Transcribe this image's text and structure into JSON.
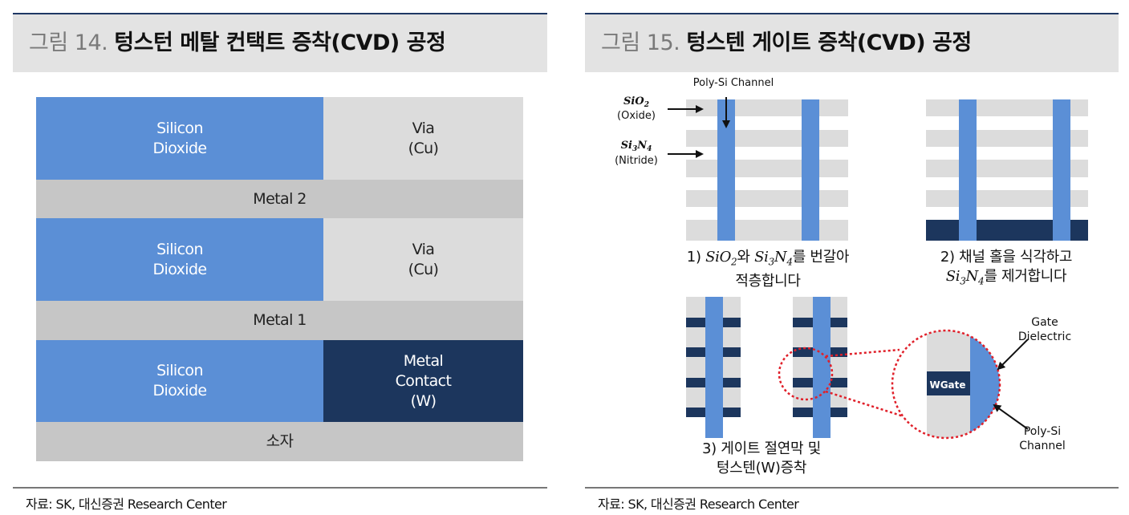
{
  "left": {
    "number": "그림 14.",
    "title": "텅스턴 메탈 컨택트 증착(CVD) 공정",
    "source": "자료: SK, 대신증권 Research Center",
    "stack": {
      "row1_left": [
        "Silicon",
        "Dioxide"
      ],
      "row1_right": [
        "Via",
        "(Cu)"
      ],
      "metal2": "Metal 2",
      "row2_left": [
        "Silicon",
        "Dioxide"
      ],
      "row2_right": [
        "Via",
        "(Cu)"
      ],
      "metal1": "Metal 1",
      "row3_left": [
        "Silicon",
        "Dioxide"
      ],
      "row3_right": [
        "Metal",
        "Contact",
        "(W)"
      ],
      "device": "소자"
    },
    "colors": {
      "silicon_dioxide": "#5b8fd6",
      "via": "#dcdcdc",
      "metal": "#c6c6c6",
      "metal_contact": "#1c365d"
    }
  },
  "right": {
    "number": "그림 15.",
    "title": "텅스텐 게이트 증착(CVD) 공정",
    "source": "자료: SK, 대신증권 Research Center",
    "labels": {
      "poly_channel_top": "Poly-Si Channel",
      "sio2": "SiO",
      "sio2_sub": "2",
      "oxide": "(Oxide)",
      "si3n4_a": "Si",
      "si3n4_sub1": "3",
      "si3n4_b": "N",
      "si3n4_sub2": "4",
      "nitride": "(Nitride)",
      "gate_dielectric": [
        "Gate",
        "Dielectric"
      ],
      "poly_channel": [
        "Poly-Si",
        "Channel"
      ],
      "wgate": "WGate"
    },
    "steps": {
      "step1": {
        "num": "1)",
        "sio2": "SiO",
        "sio2_sub": "2",
        "wa": "와",
        "si": "Si",
        "si_sub": "3",
        "n": "N",
        "n_sub": "4",
        "tail": "를 번갈아",
        "line2": "적층합니다"
      },
      "step2": {
        "line1": "2) 채널 홀을 식각하고",
        "si": "Si",
        "si_sub": "3",
        "n": "N",
        "n_sub": "4",
        "tail": "를 제거합니다"
      },
      "step3": {
        "line1": "3) 게이트 절연막 및",
        "line2": "텅스텐(W)증착"
      }
    },
    "colors": {
      "channel": "#5b8fd6",
      "oxide": "#dcdcdc",
      "tungsten": "#1c365d",
      "zoom_circle": "#e0202a"
    }
  }
}
